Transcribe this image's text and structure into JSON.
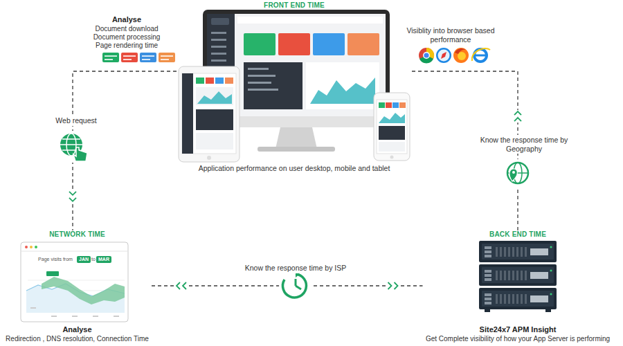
{
  "diagram": {
    "nodes": [
      {
        "text": [
          "FRONT END TIME",
          "Application performance on user desktop, mobile and tablet"
        ]
      },
      {
        "text": [
          "NETWORK TIME",
          "Analyse",
          "Redirection , DNS resolution, Connection Time"
        ]
      },
      {
        "text": [
          "BACK END TIME",
          "Site24x7 APM Insight",
          "Get Complete visibility of how your App Server is performing"
        ]
      }
    ],
    "edges": [
      {
        "from": 0,
        "to": 1,
        "arrow": "to",
        "label": "Web request"
      },
      {
        "from": 1,
        "to": 2,
        "arrow": "both",
        "label": "Know the response time by ISP"
      },
      {
        "from": 2,
        "to": 0,
        "arrow": "to",
        "label": "Know the response time by Geography"
      }
    ],
    "labels": [
      "Analyse",
      "Document download",
      "Document processing",
      "Page rendering time",
      "Visiblity into browser based performance",
      "Page visits from",
      "JAN",
      "to",
      "MAR"
    ]
  }
}
